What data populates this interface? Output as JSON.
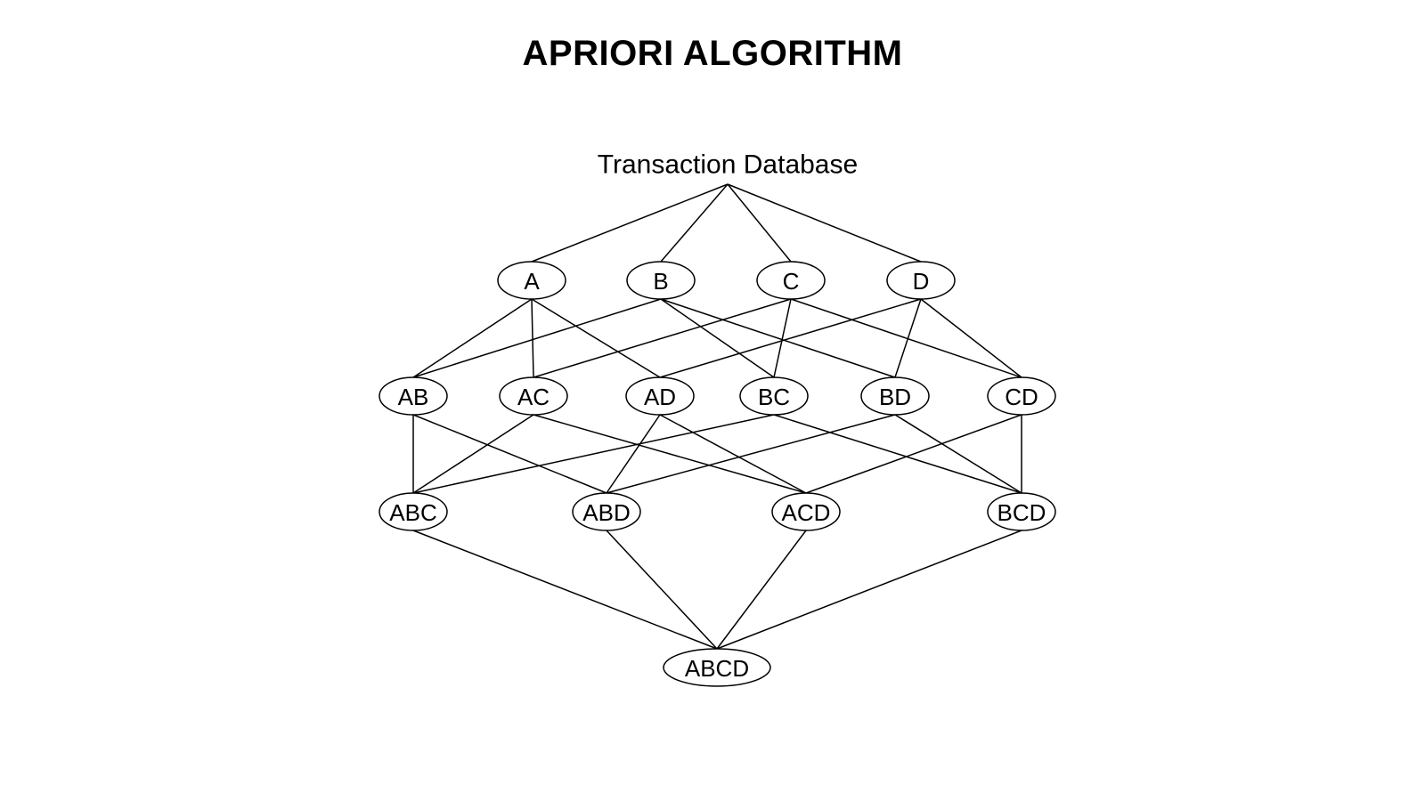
{
  "title": "APRIORI ALGORITHM",
  "root": {
    "id": "DB",
    "label": "Transaction Database"
  },
  "nodes": [
    {
      "id": "A",
      "label": "A"
    },
    {
      "id": "B",
      "label": "B"
    },
    {
      "id": "C",
      "label": "C"
    },
    {
      "id": "D",
      "label": "D"
    },
    {
      "id": "AB",
      "label": "AB"
    },
    {
      "id": "AC",
      "label": "AC"
    },
    {
      "id": "AD",
      "label": "AD"
    },
    {
      "id": "BC",
      "label": "BC"
    },
    {
      "id": "BD",
      "label": "BD"
    },
    {
      "id": "CD",
      "label": "CD"
    },
    {
      "id": "ABC",
      "label": "ABC"
    },
    {
      "id": "ABD",
      "label": "ABD"
    },
    {
      "id": "ACD",
      "label": "ACD"
    },
    {
      "id": "BCD",
      "label": "BCD"
    },
    {
      "id": "ABCD",
      "label": "ABCD"
    }
  ],
  "edges": [
    [
      "DB",
      "A"
    ],
    [
      "DB",
      "B"
    ],
    [
      "DB",
      "C"
    ],
    [
      "DB",
      "D"
    ],
    [
      "A",
      "AB"
    ],
    [
      "A",
      "AC"
    ],
    [
      "A",
      "AD"
    ],
    [
      "B",
      "AB"
    ],
    [
      "B",
      "BC"
    ],
    [
      "B",
      "BD"
    ],
    [
      "C",
      "AC"
    ],
    [
      "C",
      "BC"
    ],
    [
      "C",
      "CD"
    ],
    [
      "D",
      "AD"
    ],
    [
      "D",
      "BD"
    ],
    [
      "D",
      "CD"
    ],
    [
      "AB",
      "ABC"
    ],
    [
      "AB",
      "ABD"
    ],
    [
      "AC",
      "ABC"
    ],
    [
      "AC",
      "ACD"
    ],
    [
      "AD",
      "ABD"
    ],
    [
      "AD",
      "ACD"
    ],
    [
      "BC",
      "ABC"
    ],
    [
      "BC",
      "BCD"
    ],
    [
      "BD",
      "ABD"
    ],
    [
      "BD",
      "BCD"
    ],
    [
      "CD",
      "ACD"
    ],
    [
      "CD",
      "BCD"
    ],
    [
      "ABC",
      "ABCD"
    ],
    [
      "ABD",
      "ABCD"
    ],
    [
      "ACD",
      "ABCD"
    ],
    [
      "BCD",
      "ABCD"
    ]
  ]
}
